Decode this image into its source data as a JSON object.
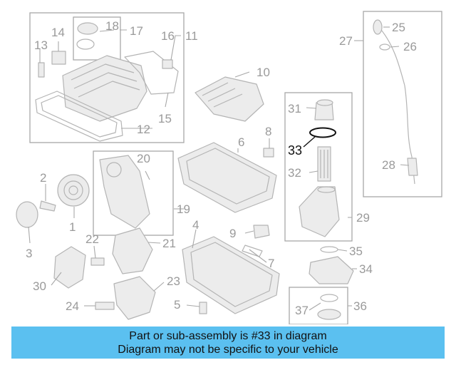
{
  "diagram": {
    "callouts": [
      "1",
      "2",
      "3",
      "4",
      "5",
      "6",
      "7",
      "8",
      "9",
      "10",
      "11",
      "12",
      "13",
      "14",
      "15",
      "16",
      "17",
      "18",
      "19",
      "20",
      "21",
      "22",
      "23",
      "24",
      "25",
      "26",
      "27",
      "28",
      "29",
      "30",
      "31",
      "32",
      "33",
      "34",
      "35",
      "36",
      "37"
    ],
    "highlighted_part": "33",
    "colors": {
      "linework": "#b4b4b4",
      "highlight": "#111111",
      "banner": "#5bc0f0"
    }
  },
  "banner": {
    "line1": "Part or sub-assembly is #33 in diagram",
    "line2": "Diagram may not be specific to your vehicle"
  }
}
